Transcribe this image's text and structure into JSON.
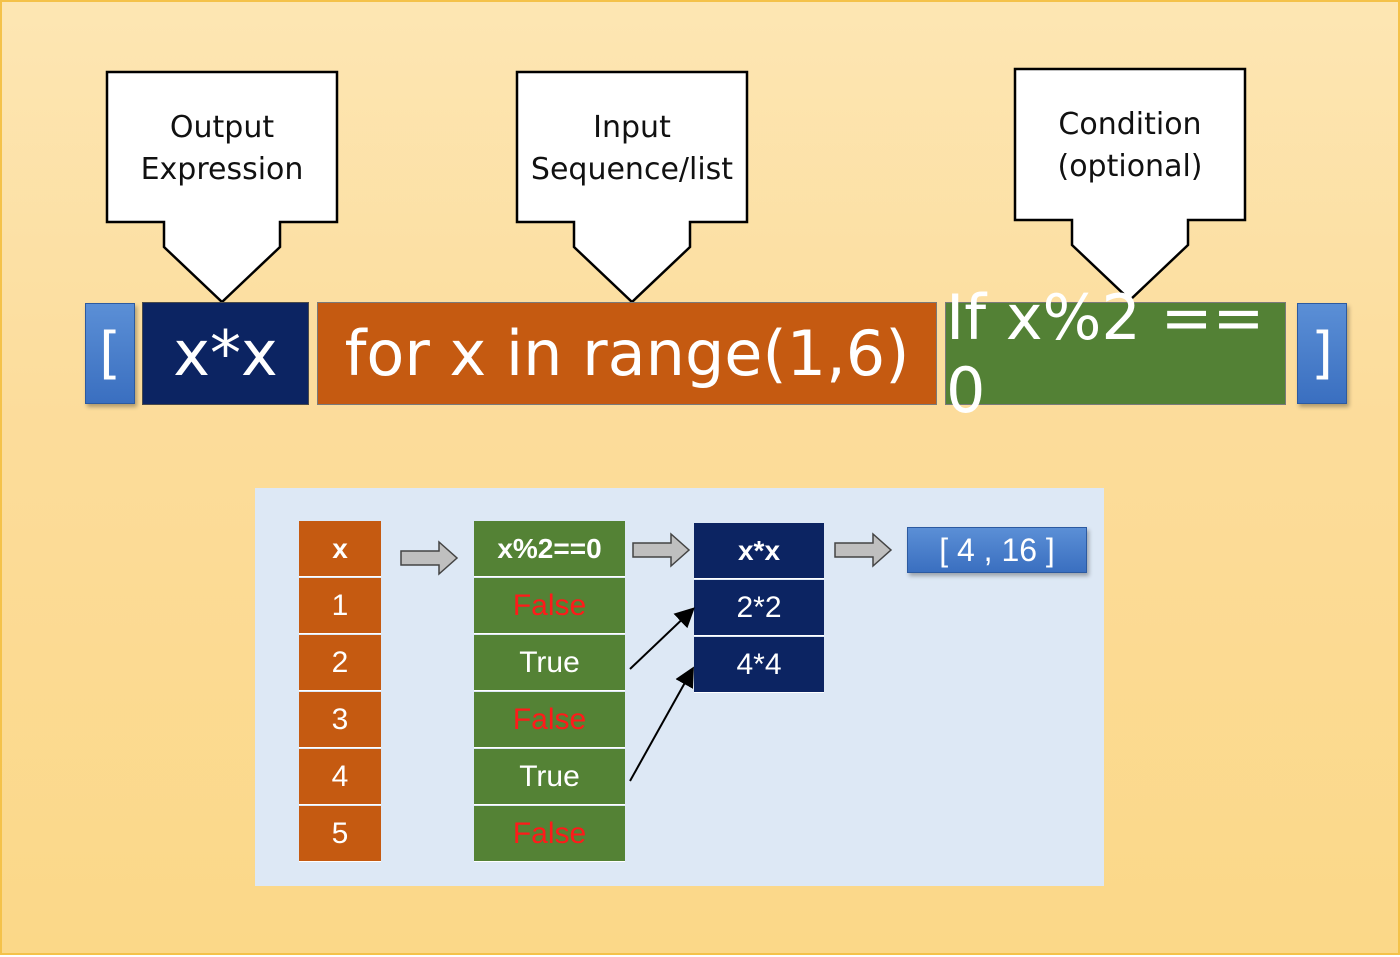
{
  "callouts": {
    "output": [
      "Output",
      "Expression"
    ],
    "input": [
      "Input",
      "Sequence/list"
    ],
    "condition": [
      "Condition",
      "(optional)"
    ]
  },
  "bar": {
    "open_bracket": "[",
    "output_expr": "x*x",
    "input_seq": "for x in range(1,6)",
    "condition": "If x%2 == 0",
    "close_bracket": "]"
  },
  "table": {
    "x_header": "x",
    "x_values": [
      "1",
      "2",
      "3",
      "4",
      "5"
    ],
    "cond_header": "x%2==0",
    "cond_values": [
      "False",
      "True",
      "False",
      "True",
      "False"
    ],
    "sq_header": "x*x",
    "sq_values": [
      "2*2",
      "4*4"
    ],
    "result": "[ 4 , 16 ]"
  },
  "colors": {
    "output": "#0c2462",
    "input": "#c55a11",
    "condition": "#538135",
    "bracket": "#4472c4",
    "false_text": "#ff1a1a"
  }
}
